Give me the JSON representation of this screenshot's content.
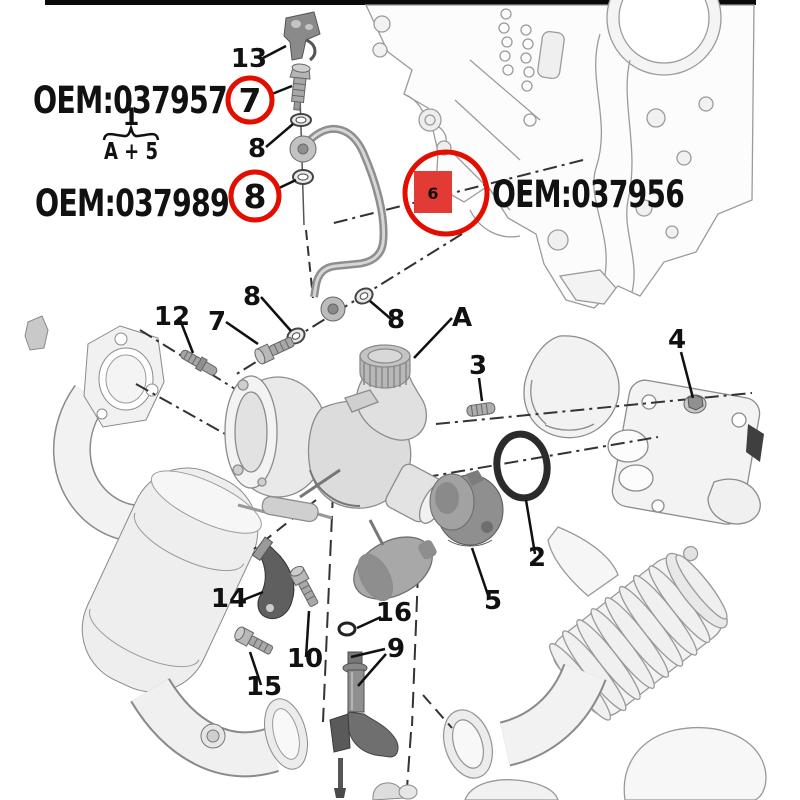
{
  "colors": {
    "annotation_red": "#e30d00",
    "square_fill": "#e23a35",
    "square_digit": "#f4a7a3",
    "label_black": "#111111"
  },
  "annotations": {
    "oem_top": {
      "text": "OEM:037957",
      "circled_label": "7"
    },
    "oem_mid": {
      "text": "OEM:037989",
      "circled_label": "8"
    },
    "oem_right": {
      "text": "OEM:037956",
      "boxed_label": "6"
    },
    "group": {
      "number": "1",
      "formula": "A + 5"
    }
  },
  "part_labels": [
    {
      "text": "13"
    },
    {
      "text": "8"
    },
    {
      "text": "8"
    },
    {
      "text": "7"
    },
    {
      "text": "12"
    },
    {
      "text": "8"
    },
    {
      "text": "A"
    },
    {
      "text": "3"
    },
    {
      "text": "4"
    },
    {
      "text": "2"
    },
    {
      "text": "5"
    },
    {
      "text": "14"
    },
    {
      "text": "15"
    },
    {
      "text": "10"
    },
    {
      "text": "16"
    },
    {
      "text": "9"
    }
  ]
}
